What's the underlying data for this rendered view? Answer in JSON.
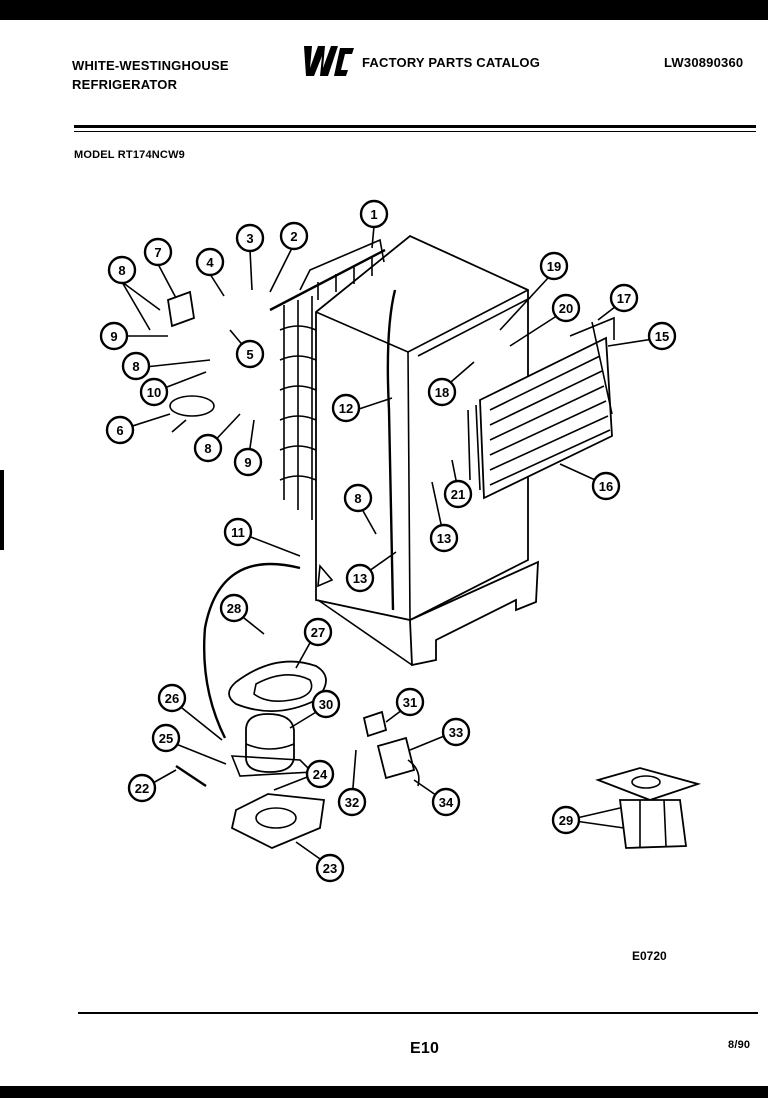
{
  "header": {
    "brand_line1": "WHITE-WESTINGHOUSE",
    "brand_line2": "REFRIGERATOR",
    "logo_text": "WCI",
    "catalog_title": "FACTORY PARTS CATALOG",
    "doc_number": "LW30890360",
    "model": "MODEL RT174NCW9"
  },
  "diagram": {
    "figure_code": "E0720",
    "callouts": [
      "1",
      "2",
      "3",
      "4",
      "5",
      "6",
      "7",
      "8",
      "9",
      "9",
      "8",
      "10",
      "6",
      "8",
      "9",
      "12",
      "19",
      "20",
      "17",
      "15",
      "18",
      "21",
      "16",
      "8",
      "13",
      "13",
      "11",
      "28",
      "27",
      "26",
      "30",
      "31",
      "33",
      "25",
      "22",
      "24",
      "32",
      "34",
      "23",
      "29"
    ]
  },
  "footer": {
    "page": "E10",
    "date": "8/90"
  }
}
